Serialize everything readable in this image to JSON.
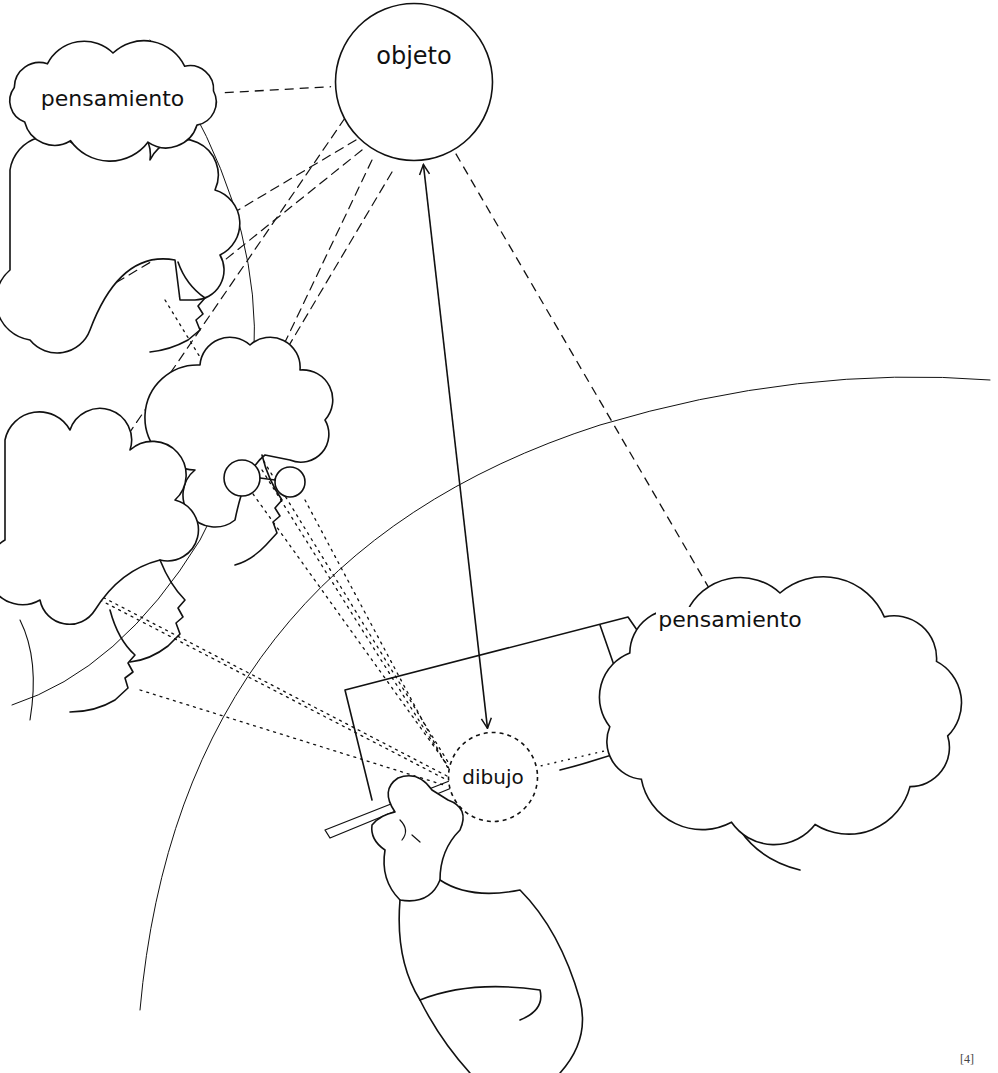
{
  "diagram": {
    "nodes": [
      {
        "text": [
          "pensamiento"
        ]
      },
      {
        "text": [
          "objeto"
        ]
      },
      {
        "text": [
          "pensamiento"
        ]
      },
      {
        "text": [
          "dibujo"
        ]
      }
    ],
    "edges": [
      {
        "from": 0,
        "to": 1,
        "arrow": "none"
      },
      {
        "from": 1,
        "to": 3,
        "arrow": "both"
      },
      {
        "from": 1,
        "to": 2,
        "arrow": "none"
      },
      {
        "from": 3,
        "to": 2,
        "arrow": "none"
      }
    ],
    "labels": [
      "[4]"
    ]
  }
}
